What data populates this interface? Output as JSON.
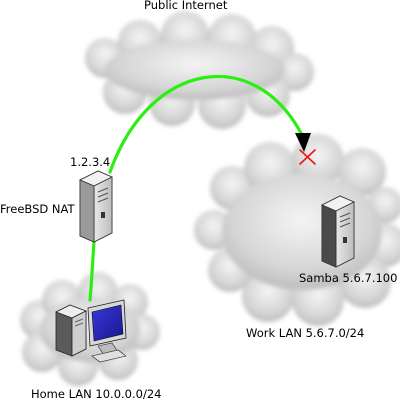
{
  "labels": {
    "internet": "Public Internet",
    "nat_ip": "1.2.3.4",
    "nat_name": "FreeBSD NAT",
    "samba": "Samba 5.6.7.100",
    "work_lan": "Work LAN 5.6.7.0/24",
    "home_lan": "Home LAN 10.0.0.0/24"
  },
  "colors": {
    "link": "#2bef12",
    "blocked": "#e8161b",
    "cloud": "#c9c9c9",
    "server": "#d9d9d9",
    "monitor": "#2323b8"
  },
  "icons": {
    "nat": "server-icon",
    "samba": "server-icon",
    "home": "workstation-icon",
    "blocked_marker": "red-x-icon"
  }
}
